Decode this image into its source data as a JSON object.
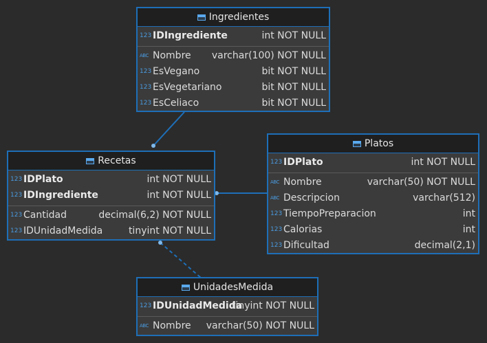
{
  "colors": {
    "background": "#2b2b2b",
    "entity_border": "#1e6fb8",
    "relationship_line": "#1e6fb8",
    "type_icon": "#4a9be0"
  },
  "entities": {
    "ingredientes": {
      "title": "Ingredientes",
      "columns": [
        {
          "type_icon": "123",
          "name": "IDIngrediente",
          "type": "int NOT NULL",
          "primary_key": true
        },
        {
          "type_icon": "ABC",
          "name": "Nombre",
          "type": "varchar(100) NOT NULL",
          "primary_key": false
        },
        {
          "type_icon": "123",
          "name": "EsVegano",
          "type": "bit NOT NULL",
          "primary_key": false
        },
        {
          "type_icon": "123",
          "name": "EsVegetariano",
          "type": "bit NOT NULL",
          "primary_key": false
        },
        {
          "type_icon": "123",
          "name": "EsCeliaco",
          "type": "bit NOT NULL",
          "primary_key": false
        }
      ]
    },
    "recetas": {
      "title": "Recetas",
      "columns": [
        {
          "type_icon": "123",
          "name": "IDPlato",
          "type": "int NOT NULL",
          "primary_key": true
        },
        {
          "type_icon": "123",
          "name": "IDIngrediente",
          "type": "int NOT NULL",
          "primary_key": true
        },
        {
          "type_icon": "123",
          "name": "Cantidad",
          "type": "decimal(6,2) NOT NULL",
          "primary_key": false
        },
        {
          "type_icon": "123",
          "name": "IDUnidadMedida",
          "type": "tinyint NOT NULL",
          "primary_key": false
        }
      ]
    },
    "platos": {
      "title": "Platos",
      "columns": [
        {
          "type_icon": "123",
          "name": "IDPlato",
          "type": "int NOT NULL",
          "primary_key": true
        },
        {
          "type_icon": "ABC",
          "name": "Nombre",
          "type": "varchar(50) NOT NULL",
          "primary_key": false
        },
        {
          "type_icon": "ABC",
          "name": "Descripcion",
          "type": "varchar(512)",
          "primary_key": false
        },
        {
          "type_icon": "123",
          "name": "TiempoPreparacion",
          "type": "int",
          "primary_key": false
        },
        {
          "type_icon": "123",
          "name": "Calorias",
          "type": "int",
          "primary_key": false
        },
        {
          "type_icon": "123",
          "name": "Dificultad",
          "type": "decimal(2,1)",
          "primary_key": false
        }
      ]
    },
    "unidades_medida": {
      "title": "UnidadesMedida",
      "columns": [
        {
          "type_icon": "123",
          "name": "IDUnidadMedida",
          "type": "tinyint NOT NULL",
          "primary_key": true
        },
        {
          "type_icon": "ABC",
          "name": "Nombre",
          "type": "varchar(50) NOT NULL",
          "primary_key": false
        }
      ]
    }
  },
  "relationships": [
    {
      "from": "recetas",
      "to": "ingredientes",
      "style": "solid"
    },
    {
      "from": "recetas",
      "to": "platos",
      "style": "solid"
    },
    {
      "from": "recetas",
      "to": "unidades_medida",
      "style": "dashed"
    }
  ]
}
